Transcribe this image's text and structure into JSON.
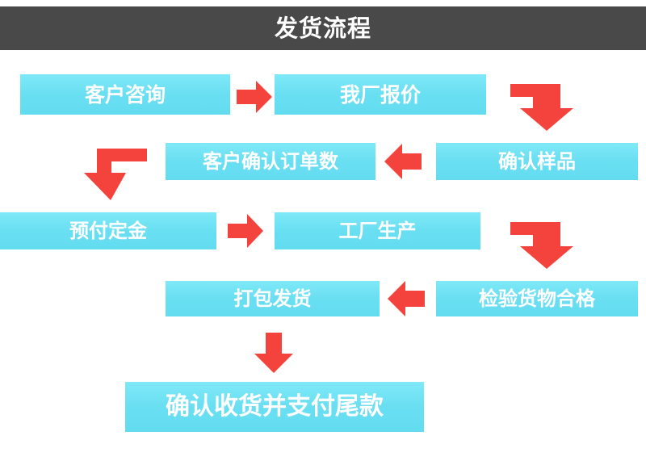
{
  "header": {
    "title": "发货流程"
  },
  "colors": {
    "header_bg": "#494949",
    "header_text": "#ffffff",
    "box_fill": "#6adff2",
    "box_text": "#ffffff",
    "arrow": "#f4433c",
    "page_bg": "#ffffff"
  },
  "flow": {
    "nodes": [
      {
        "id": "n1",
        "label": "客户咨询",
        "row": 1
      },
      {
        "id": "n2",
        "label": "我厂报价",
        "row": 1
      },
      {
        "id": "n3",
        "label": "确认样品",
        "row": 2
      },
      {
        "id": "n4",
        "label": "客户确认订单数",
        "row": 2
      },
      {
        "id": "n5",
        "label": "预付定金",
        "row": 3
      },
      {
        "id": "n6",
        "label": "工厂生产",
        "row": 3
      },
      {
        "id": "n7",
        "label": "检验货物合格",
        "row": 4
      },
      {
        "id": "n8",
        "label": "打包发货",
        "row": 4
      },
      {
        "id": "n9",
        "label": "确认收货并支付尾款",
        "row": 5
      }
    ],
    "edges": [
      {
        "from": "n1",
        "to": "n2",
        "kind": "arrow-right"
      },
      {
        "from": "n2",
        "to": "n3",
        "kind": "elbow-right-down"
      },
      {
        "from": "n3",
        "to": "n4",
        "kind": "arrow-left"
      },
      {
        "from": "n4",
        "to": "n5",
        "kind": "elbow-left-down"
      },
      {
        "from": "n5",
        "to": "n6",
        "kind": "arrow-right"
      },
      {
        "from": "n6",
        "to": "n7",
        "kind": "elbow-right-down"
      },
      {
        "from": "n7",
        "to": "n8",
        "kind": "arrow-left"
      },
      {
        "from": "n8",
        "to": "n9",
        "kind": "arrow-down"
      }
    ]
  }
}
